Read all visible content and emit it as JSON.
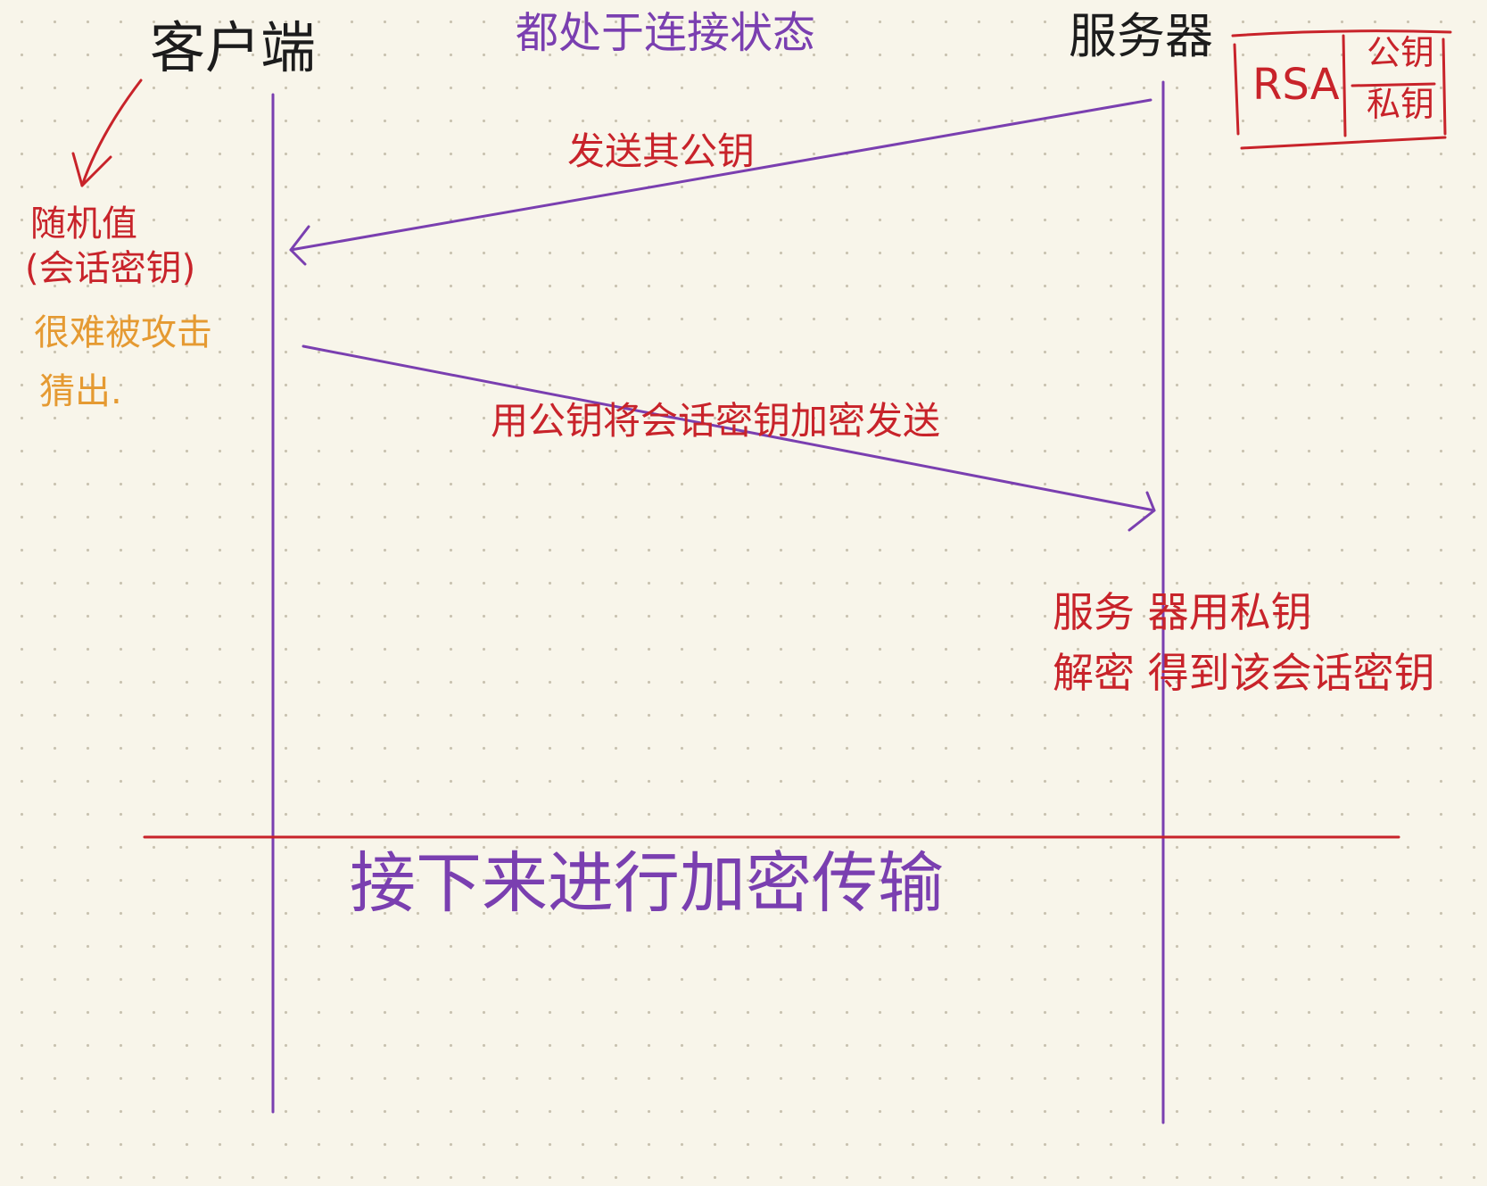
{
  "diagram": {
    "client_label": "客户端",
    "server_label": "服务器",
    "connected_note": "都处于连接状态",
    "rsa": {
      "label": "RSA",
      "public_key": "公钥",
      "private_key": "私钥"
    },
    "client_notes": {
      "random_value": "随机值",
      "session_key": "(会话密钥)",
      "hard_to_guess_line1": "很难被攻击",
      "hard_to_guess_line2": "猜出."
    },
    "arrows": {
      "send_public_key": "发送其公钥",
      "encrypt_and_send": "用公钥将会话密钥加密发送"
    },
    "server_note": {
      "line1": "服务 器用私钥",
      "line2": "解密 得到该会话密钥"
    },
    "bottom_note": "接下来进行加密传输"
  },
  "colors": {
    "ink_black": "#1c1c1c",
    "ink_purple": "#7a3fb0",
    "ink_red": "#c8232a",
    "ink_orange": "#e59a32",
    "paper": "#f8f5ea"
  }
}
